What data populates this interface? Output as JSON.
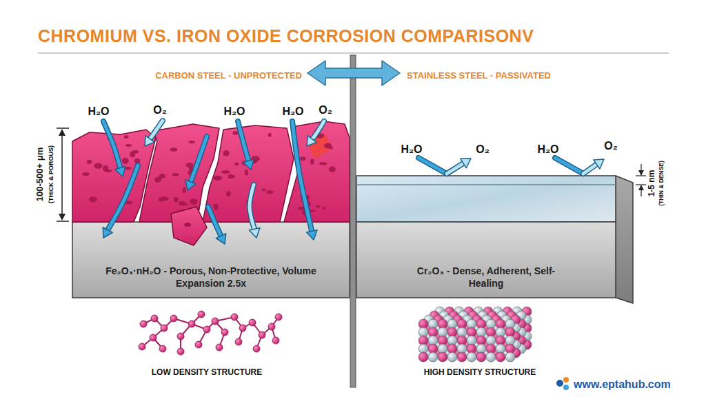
{
  "diagram": {
    "title": "CHROMIUM VS. IRON OXIDE CORROSION COMPARISONV",
    "nodes": [
      {
        "text": [
          "Fe₂O₃·nH₂O - Porous, Non-Protective, Volume Expansion 2.5x"
        ]
      },
      {
        "text": [
          "Cr₂O₃ - Dense, Adherent, Self-Healing"
        ]
      }
    ],
    "labels": [
      "CARBON STEEL - UNPROTECTED",
      "STAINLESS STEEL - PASSIVATED",
      "100-500+ μm",
      "(THICK & POROUS)",
      "H₂O",
      "O₂",
      "H₂O",
      "H₂O",
      "O₂",
      "H₂O",
      "O₂",
      "H₂O",
      "O₂",
      "1-5 nm",
      "(THIN & DENSE)",
      "LOW DENSITY STRUCTURE",
      "HIGH DENSITY STRUCTURE",
      "www.eptahub.com"
    ]
  }
}
